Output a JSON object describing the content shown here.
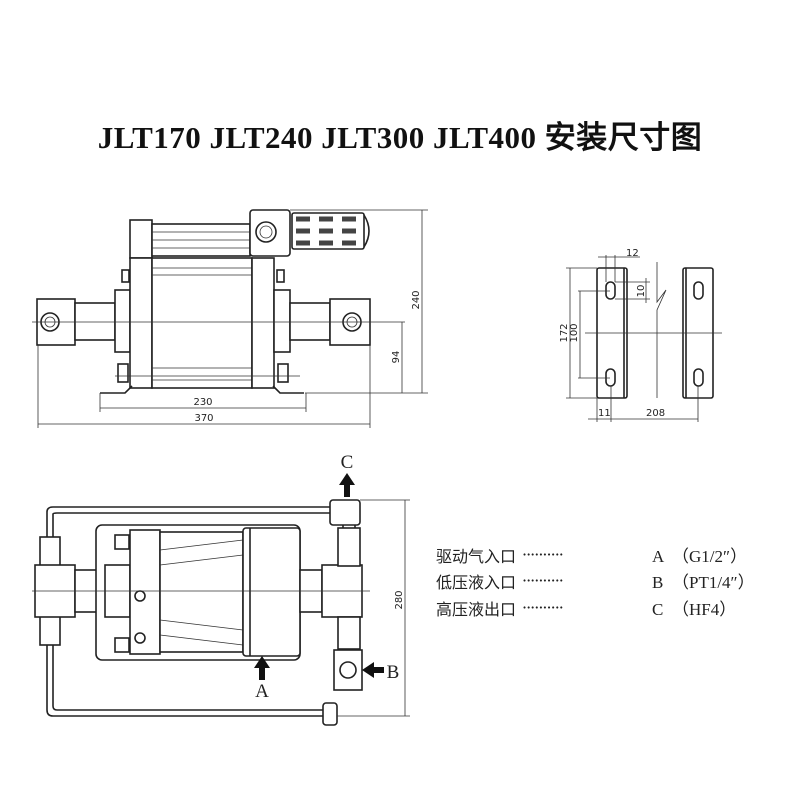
{
  "title": "JLT170  JLT240  JLT300  JLT400 安装尺寸图",
  "front_view": {
    "dim_height": "240",
    "dim_center": "94",
    "dim_feet": "230",
    "dim_width": "370"
  },
  "bracket_view": {
    "dim_slot_w": "12",
    "dim_slot_h": "10",
    "dim_height": "172",
    "dim_hole_pitch": "100",
    "dim_offset": "11",
    "dim_spacing": "208"
  },
  "top_view": {
    "port_c": "C",
    "port_a": "A",
    "port_b": "B",
    "dim_depth": "280"
  },
  "legend": [
    {
      "name": "驱动气入口",
      "dots": "··········",
      "port": "A",
      "spec": "（G1/2″）"
    },
    {
      "name": "低压液入口",
      "dots": "··········",
      "port": "B",
      "spec": "（PT1/4″）"
    },
    {
      "name": "高压液出口",
      "dots": "··········",
      "port": "C",
      "spec": "（HF4）"
    }
  ]
}
